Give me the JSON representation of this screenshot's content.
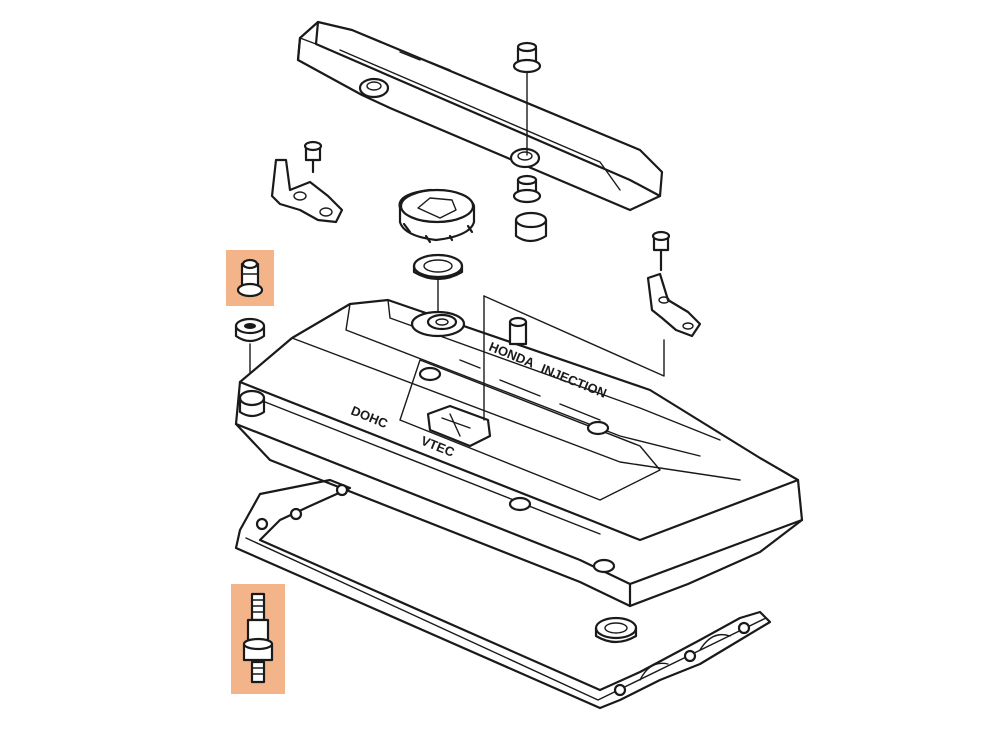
{
  "colors": {
    "highlight": "#f4b48a",
    "line": "#1a1a1a",
    "background": "#ffffff"
  },
  "cover_text": {
    "line1": "DOHC",
    "line2": "VTEC",
    "line3": "HONDA",
    "line4": "INJECTION"
  },
  "highlighted_parts": [
    "cap-nut-icon",
    "stud-bolt-icon"
  ]
}
